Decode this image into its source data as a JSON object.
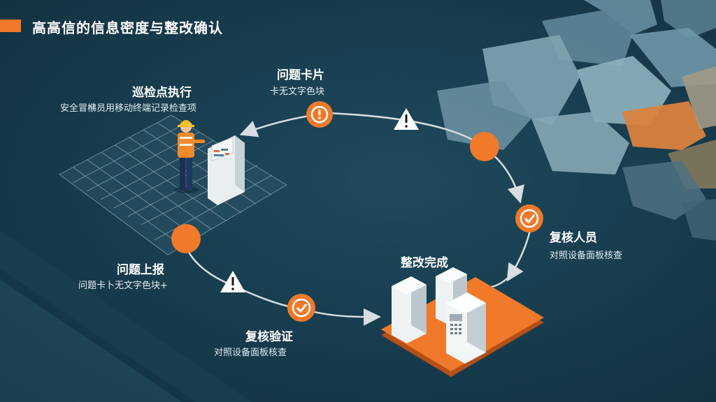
{
  "header": {
    "title": "高高信的信息密度与整改确认",
    "accent_color": "#f0792a"
  },
  "nodes": {
    "inspection": {
      "title": "巡检点执行",
      "subtitle": "安全冒梻员用移动终端记录检查项"
    },
    "issue_card": {
      "title": "问题卡片",
      "subtitle": "卡无文字色块"
    },
    "issue_report": {
      "title": "问题上报",
      "subtitle": "问题卡卜无文字色块+"
    },
    "verify": {
      "title": "复核验证",
      "subtitle": "对照设备面板核查"
    },
    "rectify_done": {
      "title": "整改完成"
    },
    "reviewer": {
      "title": "复核人员",
      "subtitle": "对照设备面板核查"
    }
  },
  "icons": {
    "alert": "exclamation-circle-icon",
    "warning": "warning-triangle-icon",
    "check": "check-circle-icon"
  },
  "colors": {
    "background": "#183e50",
    "orange": "#f0792a",
    "loop_line": "#d7dde0"
  }
}
